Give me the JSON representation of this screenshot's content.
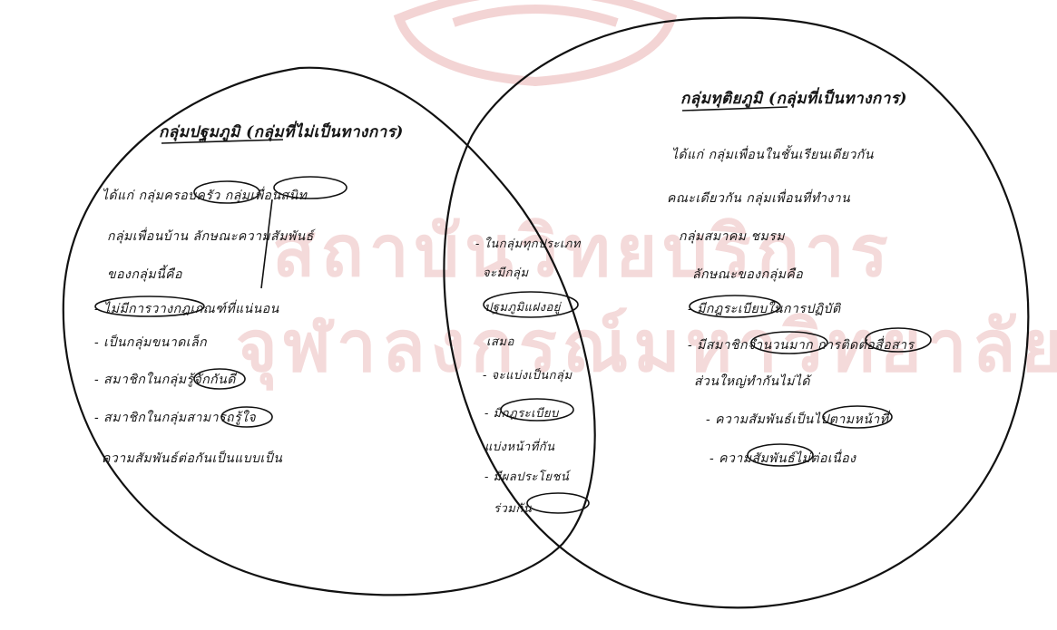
{
  "watermark": {
    "line1": "สถาบันวิทยบริการ",
    "line2": "จุฬาลงกรณ์มหาวิทยาลัย"
  },
  "left_group": {
    "title": "กลุ่มปฐมภูมิ (กลุ่มที่ไม่เป็นทางการ)",
    "lines": [
      "ได้แก่ กลุ่มครอบครัว กลุ่มเพื่อนสนิท",
      "กลุ่มเพื่อนบ้าน ลักษณะความสัมพันธ์",
      "ของกลุ่มนี้คือ",
      "- ไม่มีการวางกฎเกณฑ์ที่แน่นอน",
      "- เป็นกลุ่มขนาดเล็ก",
      "- สมาชิกในกลุ่มรู้จักกันดี",
      "- สมาชิกในกลุ่มสามารถรู้ใจ",
      "ความสัมพันธ์ต่อกันเป็นแบบเป็น"
    ]
  },
  "overlap": {
    "lines": [
      "- ในกลุ่มทุกประเภท",
      "จะมีกลุ่ม",
      "ปฐมภูมิแฝงอยู่",
      "เสมอ",
      "- จะแบ่งเป็นกลุ่ม",
      "- มีกฎระเบียบ",
      "แบ่งหน้าที่กัน",
      "- มีผลประโยชน์",
      "ร่วมกัน"
    ]
  },
  "right_group": {
    "title": "กลุ่มทุติยภูมิ (กลุ่มที่เป็นทางการ)",
    "lines": [
      "ได้แก่ กลุ่มเพื่อนในชั้นเรียนเดียวกัน",
      "คณะเดียวกัน กลุ่มเพื่อนที่ทำงาน",
      "กลุ่มสมาคม ชมรม",
      "ลักษณะของกลุ่มคือ",
      "- มีกฎระเบียบในการปฏิบัติ",
      "- มีสมาชิกจำนวนมาก การติดต่อสื่อสาร",
      "ส่วนใหญ่ทำกันไม่ได้",
      "- ความสัมพันธ์เป็นไปตามหน้าที่",
      "- ความสัมพันธ์ไม่ต่อเนื่อง"
    ]
  }
}
